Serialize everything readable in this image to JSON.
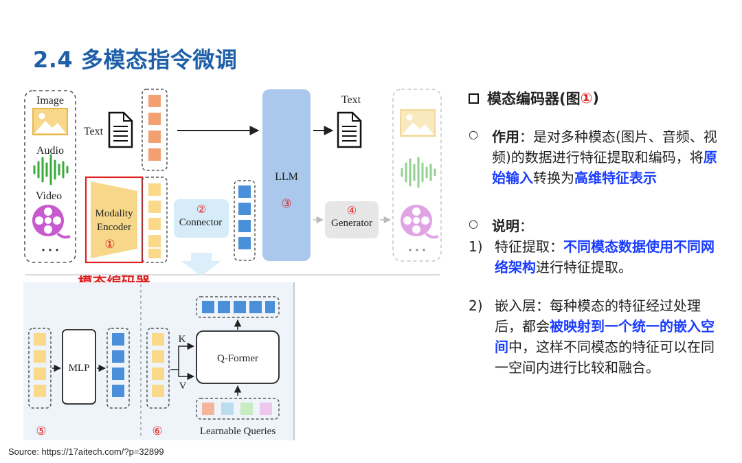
{
  "title": "2.4 多模态指令微调",
  "source": "Source: https://17aitech.com/?p=32899",
  "diagram": {
    "image_label": "Image",
    "audio_label": "Audio",
    "video_label": "Video",
    "ellipsis": "• • •",
    "text_in_label": "Text",
    "text_out_label": "Text",
    "encoder_line1": "Modality",
    "encoder_line2": "Encoder",
    "encoder_num": "①",
    "encoder_caption": "模态编码器",
    "connector_num": "②",
    "connector_label": "Connector",
    "llm_label": "LLM",
    "llm_num": "③",
    "generator_num": "④",
    "generator_label": "Generator",
    "mlp_label": "MLP",
    "qformer_label": "Q-Former",
    "k_label": "K",
    "v_label": "V",
    "learnable_label": "Learnable Queries",
    "num5": "⑤",
    "num6": "⑥",
    "colors": {
      "orange": "#f2a072",
      "yellow": "#fad98a",
      "blue": "#4a8fd9",
      "llm": "#a9c8ec",
      "connector": "#d6ecf8",
      "generator": "#e6e6e6",
      "encoder": "#f7d88a",
      "red": "#e02020"
    }
  },
  "panel": {
    "heading_pre": "模态编码器(图",
    "heading_num": "①",
    "heading_post": ")",
    "role_label": "作用",
    "role_text": "：是对多种模态(图片、音频、视频)的数据进行特征提取和编码，将",
    "role_hl1": "原始输入",
    "role_mid": "转换为",
    "role_hl2": "高维特征表示",
    "note_label": "说明",
    "note_colon": "：",
    "item1_num": "1)",
    "item1_pre": "特征提取：",
    "item1_hl": "不同模态数据使用不同网络架构",
    "item1_post": "进行特征提取。",
    "item2_num": "2)",
    "item2_pre": "嵌入层：每种模态的特征经过处理后，都会",
    "item2_hl": "被映射到一个统一的嵌入空间",
    "item2_post": "中，这样不同模态的特征可以在同一空间内进行比较和融合。",
    "bullet_mark": "○"
  }
}
